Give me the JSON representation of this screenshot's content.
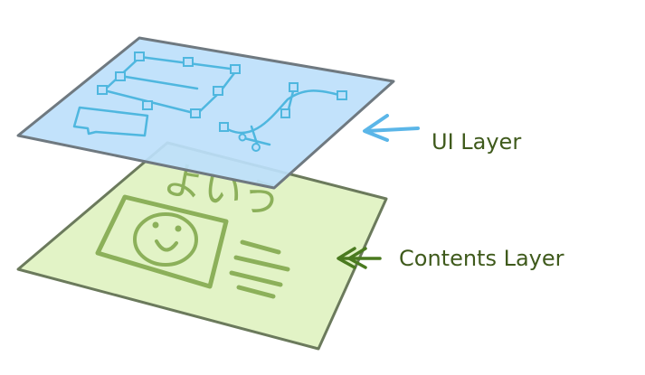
{
  "labels": {
    "ui_layer": "UI Layer",
    "contents_layer": "Contents Layer"
  },
  "colors": {
    "ui_layer_fill": "#bde0fb",
    "ui_layer_stroke": "#6f7980",
    "ui_sketch": "#4fb7df",
    "ui_label": "#3f5a1c",
    "ui_arrow": "#5bb6e8",
    "contents_layer_fill": "#e2f3c6",
    "contents_layer_stroke": "#6b7a5c",
    "contents_sketch": "#8cb05a",
    "contents_label": "#3f5a1c",
    "contents_arrow": "#4a7a1f"
  },
  "sketch_text": {
    "handwritten_title": "よいう"
  },
  "icons": {
    "ui_arrow": "left-arrow-icon",
    "contents_arrow": "double-chevron-left-icon",
    "smiley": "smiley-face-icon"
  }
}
